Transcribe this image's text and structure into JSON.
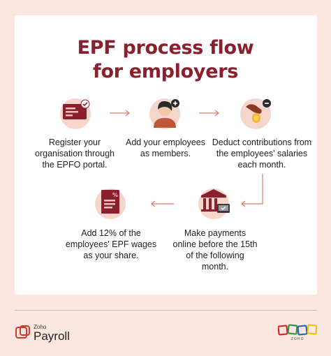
{
  "title": {
    "line1": "EPF process flow",
    "line2": "for employers"
  },
  "steps": [
    {
      "icon": "registration-card-icon",
      "text": "Register your organisation through the EPFO portal."
    },
    {
      "icon": "add-employee-icon",
      "text": "Add your employees as members."
    },
    {
      "icon": "deduct-coin-icon",
      "text": "Deduct contributions from the employees' salaries each month."
    },
    {
      "icon": "bank-payment-icon",
      "text": "Make payments online before the 15th of the following month."
    },
    {
      "icon": "percent-document-icon",
      "text": "Add 12% of the employees' EPF wages as your share."
    }
  ],
  "footer": {
    "brand_small": "Zoho",
    "brand_name": "Payroll",
    "zoho_logo_text": "ZOHO"
  },
  "colors": {
    "accent": "#8a1f2d",
    "background": "#fbe7e0",
    "icon_circle": "#f6d6cb",
    "arrow": "#e07a6a"
  }
}
